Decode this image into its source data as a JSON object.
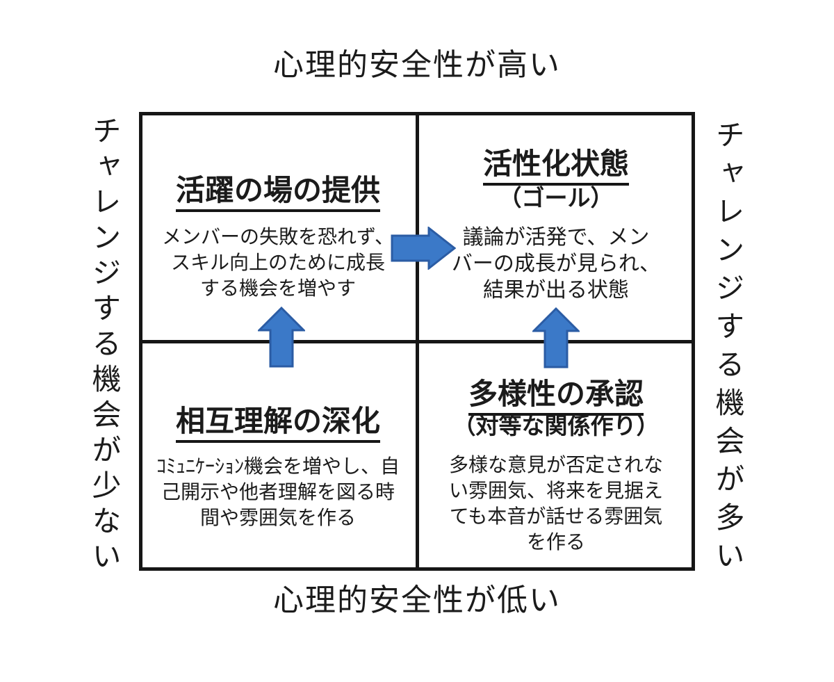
{
  "colors": {
    "arrow_fill": "#3B79C8",
    "arrow_border": "#2B5CA4",
    "line": "#161616",
    "text": "#1B1B1B",
    "background": "#FFFFFF"
  },
  "axis_labels": {
    "top": "心理的安全性が高い",
    "bottom": "心理的安全性が低い",
    "left": "チャレンジする機会が少ない",
    "right": "チャレンジする機会が多い"
  },
  "quadrants": {
    "top_left": {
      "title": "活躍の場の提供",
      "body": "メンバーの失敗を恐れず、\nスキル向上のために成長\nする機会を増やす"
    },
    "top_right": {
      "title": "活性化状態",
      "subtitle": "（ゴール）",
      "body": "議論が活発で、メン\nバーの成長が見られ、\n結果が出る状態"
    },
    "bottom_left": {
      "title": "相互理解の深化",
      "body": "ｺﾐｭﾆｹｰｼｮﾝ機会を増やし、自\n己開示や他者理解を図る時\n間や雰囲気を作る"
    },
    "bottom_right": {
      "title": "多様性の承認",
      "subtitle": "（対等な関係作り）",
      "body": "多様な意見が否定されな\nい雰囲気、将来を見据え\nても本音が話せる雰囲気\nを作る"
    }
  },
  "arrows": [
    {
      "name": "bottom-left-to-top-left",
      "direction": "up"
    },
    {
      "name": "bottom-right-to-top-right",
      "direction": "up"
    },
    {
      "name": "top-left-to-top-right",
      "direction": "right"
    }
  ]
}
